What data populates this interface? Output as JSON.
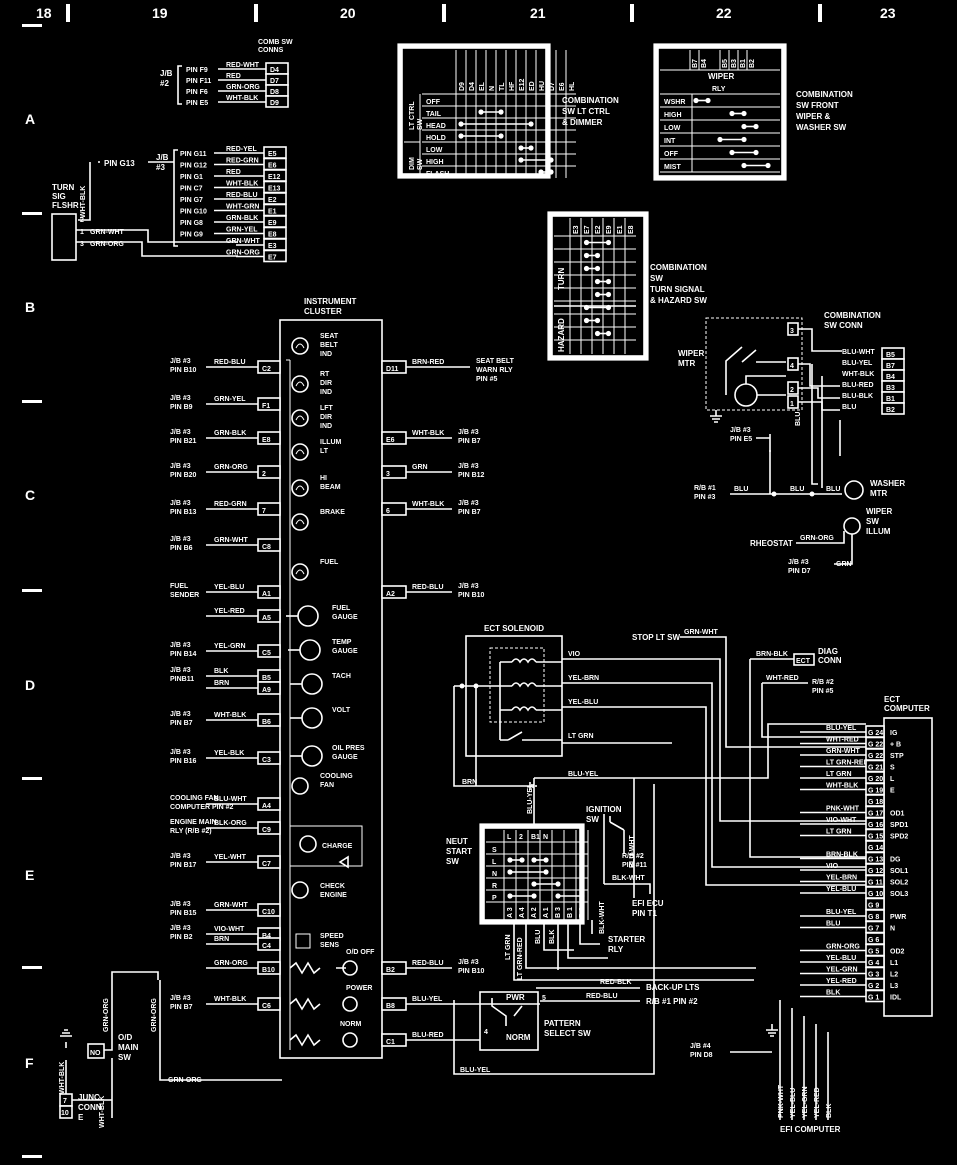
{
  "grid": {
    "columns": [
      "18",
      "19",
      "20",
      "21",
      "22",
      "23"
    ],
    "rows": [
      "A",
      "B",
      "C",
      "D",
      "E",
      "F"
    ]
  },
  "comb_sw_conns": {
    "title": "COMB SW\nCONNS",
    "jb": "J/B\n#2",
    "rows": [
      {
        "pin": "PIN F9",
        "wire": "RED-WHT",
        "term": "D4"
      },
      {
        "pin": "PIN F11",
        "wire": "RED",
        "term": "D7"
      },
      {
        "pin": "PIN F6",
        "wire": "GRN-ORG",
        "term": "D8"
      },
      {
        "pin": "PIN E5",
        "wire": "WHT-BLK",
        "term": "D9"
      }
    ]
  },
  "jb3_group": {
    "jb": "J/B\n#3",
    "pin_g13": "PIN G13",
    "rows": [
      {
        "pin": "PIN G11",
        "wire": "RED-YEL",
        "term": "E5"
      },
      {
        "pin": "PIN G12",
        "wire": "RED-GRN",
        "term": "E6"
      },
      {
        "pin": "PIN G1",
        "wire": "RED",
        "term": "E12"
      },
      {
        "pin": "PIN C7",
        "wire": "WHT-BLK",
        "term": "E13"
      },
      {
        "pin": "PIN G7",
        "wire": "RED-BLU",
        "term": "E2"
      },
      {
        "pin": "PIN G10",
        "wire": "WHT-GRN",
        "term": "E1"
      },
      {
        "pin": "PIN G8",
        "wire": "GRN-BLK",
        "term": "E9"
      },
      {
        "pin": "PIN G9",
        "wire": "GRN-YEL",
        "term": "E8"
      },
      {
        "pin": "",
        "wire": "GRN-WHT",
        "term": "E3"
      },
      {
        "pin": "",
        "wire": "GRN-ORG",
        "term": "E7"
      }
    ],
    "turn_sig": "TURN\nSIG\nFLSHR",
    "wht_blk": "WHT-BLK",
    "flshr_wires": [
      "GRN-WHT",
      "GRN-ORG"
    ]
  },
  "lt_ctrl_table": {
    "title": "COMBINATION\nSW LT CTRL\n& DIMMER",
    "group1": "LT CTRL\nSW",
    "group2": "DIM\nSW",
    "cols": [
      "D9",
      "D4",
      "EL",
      "N",
      "TL",
      "HF",
      "E12",
      "ED",
      "HU",
      "D7",
      "E6",
      "HL"
    ],
    "rows": [
      "OFF",
      "TAIL",
      "HEAD",
      "HOLD",
      "LOW",
      "HIGH",
      "FLASH"
    ]
  },
  "wiper_table": {
    "title": "COMBINATION\nSW FRONT\nWIPER &\nWASHER SW",
    "header": "WIPER",
    "subheader": "RLY",
    "cols": [
      "B7",
      "B4",
      "B5",
      "B3",
      "B1",
      "B2"
    ],
    "rows": [
      "WSHR",
      "HIGH",
      "LOW",
      "INT",
      "OFF",
      "MIST"
    ]
  },
  "turn_table": {
    "title": "COMBINATION\nSW\nTURN SIGNAL\n& HAZARD SW",
    "group1": "TURN",
    "group2": "HAZARD",
    "cols": [
      "E3",
      "E7",
      "E2",
      "E9",
      "E1",
      "E8"
    ]
  },
  "wiper_motor": {
    "conn_title": "COMBINATION\nSW CONN",
    "label": "WIPER\nMTR",
    "rows": [
      {
        "wire": "BLU-WHT",
        "term": "B5"
      },
      {
        "wire": "BLU-YEL",
        "term": "B7"
      },
      {
        "wire": "WHT-BLK",
        "term": "B4"
      },
      {
        "wire": "BLU-RED",
        "term": "B3"
      },
      {
        "wire": "BLU-BLK",
        "term": "B1"
      },
      {
        "wire": "BLU",
        "term": "B2"
      }
    ],
    "mtr_pins": [
      "3",
      "4",
      "2",
      "1"
    ],
    "jb_e5": "J/B #3\nPIN E5",
    "rb1": "R/B #1\nPIN #3",
    "blu": "BLU",
    "washer": "WASHER\nMTR",
    "wiper_illum": "WIPER\nSW\nILLUM",
    "rheostat": "RHEOSTAT",
    "grn_org": "GRN-ORG",
    "jb_d7": "J/B #3\nPIN D7",
    "grn": "GRN"
  },
  "cluster": {
    "title": "INSTRUMENT\nCLUSTER",
    "left": [
      {
        "jb": "J/B #3\nPIN B10",
        "wire": "RED-BLU",
        "term": "C2"
      },
      {
        "jb": "J/B #3\nPIN B9",
        "wire": "GRN-YEL",
        "term": "F1"
      },
      {
        "jb": "J/B #3\nPIN B21",
        "wire": "GRN-BLK",
        "term": "E8"
      },
      {
        "jb": "J/B #3\nPIN B20",
        "wire": "GRN-ORG",
        "term": "2"
      },
      {
        "jb": "J/B #3\nPIN B13",
        "wire": "RED-GRN",
        "term": "7"
      },
      {
        "jb": "J/B #3\nPIN B6",
        "wire": "GRN-WHT",
        "term": "C8"
      },
      {
        "jb": "FUEL\nSENDER",
        "wire": "YEL-BLU",
        "term": "A1"
      },
      {
        "jb": "",
        "wire": "YEL-RED",
        "term": "A5"
      },
      {
        "jb": "J/B #3\nPIN B14",
        "wire": "YEL-GRN",
        "term": "C5"
      },
      {
        "jb": "J/B #3\nPINB11",
        "wire": "BLK",
        "term": "B5"
      },
      {
        "jb": "",
        "wire": "BRN",
        "term": "A9"
      },
      {
        "jb": "J/B #3\nPIN B7",
        "wire": "WHT-BLK",
        "term": "B6"
      },
      {
        "jb": "J/B #3\nPIN B16",
        "wire": "YEL-BLK",
        "term": "C3"
      },
      {
        "jb": "COOLING FAN\nCOMPUTER PIN #2",
        "wire": "BLU-WHT",
        "term": "A4"
      },
      {
        "jb": "ENGINE MAIN\nRLY (R/B #2)",
        "wire": "BLK-ORG",
        "term": "C9"
      },
      {
        "jb": "J/B #3\nPIN B17",
        "wire": "YEL-WHT",
        "term": "C7"
      },
      {
        "jb": "J/B #3\nPIN B15",
        "wire": "GRN-WHT",
        "term": "C10"
      },
      {
        "jb": "J/B #3\nPIN B2",
        "wire": "VIO-WHT",
        "term": "B4"
      },
      {
        "jb": "",
        "wire": "BRN",
        "term": "C4"
      },
      {
        "jb": "",
        "wire": "GRN-ORG",
        "term": "B10"
      },
      {
        "jb": "J/B #3\nPIN B7",
        "wire": "WHT-BLK",
        "term": "C6"
      }
    ],
    "right": [
      {
        "term": "D11",
        "wire": "BRN-RED",
        "dest": "SEAT BELT\nWARN RLY\nPIN #5"
      },
      {
        "term": "E6",
        "wire": "WHT-BLK",
        "dest": "J/B #3\nPIN B7"
      },
      {
        "term": "3",
        "wire": "GRN",
        "dest": "J/B #3\nPIN B12"
      },
      {
        "term": "6",
        "wire": "WHT-BLK",
        "dest": "J/B #3\nPIN B7"
      },
      {
        "term": "A2",
        "wire": "RED-BLU",
        "dest": "J/B #3\nPIN B10"
      },
      {
        "term": "B2",
        "wire": "RED-BLU",
        "dest": "J/B #3\nPIN B10"
      },
      {
        "term": "B8",
        "wire": "BLU-YEL",
        "dest": ""
      },
      {
        "term": "C1",
        "wire": "BLU-RED",
        "dest": ""
      }
    ],
    "components": [
      "SEAT\nBELT\nIND",
      "RT\nDIR\nIND",
      "LFT\nDIR\nIND",
      "ILLUM\nLT",
      "HI\nBEAM",
      "BRAKE",
      "FUEL",
      "FUEL\nGAUGE",
      "TEMP\nGAUGE",
      "TACH",
      "VOLT",
      "OIL PRES\nGAUGE",
      "COOLING\nFAN",
      "CHARGE",
      "CHECK\nENGINE",
      "SPEED\nSENS",
      "O/D OFF",
      "POWER",
      "NORM"
    ]
  },
  "ect": {
    "solenoid": "ECT SOLENOID",
    "stop_lt": "STOP LT SW",
    "grn_wht": "GRN-WHT",
    "diag": "DIAG\nCONN",
    "ect_label": "ECT",
    "brn_blk": "BRN-BLK",
    "wht_red": "WHT-RED",
    "rb2_pin5": "R/B #2\nPIN #5",
    "sol_wires": [
      "VIO",
      "YEL-BRN",
      "YEL-BLU",
      "LT GRN"
    ],
    "brn": "BRN",
    "blu_yel": "BLU-YEL",
    "computer_title": "ECT\nCOMPUTER",
    "computer_rows": [
      {
        "wire": "BLU-YEL",
        "pin": "G 24",
        "fn": "IG"
      },
      {
        "wire": "WHT-RED",
        "pin": "G 22",
        "fn": "+ B"
      },
      {
        "wire": "GRN-WHT",
        "pin": "G 22",
        "fn": "STP"
      },
      {
        "wire": "LT GRN-RED",
        "pin": "G 21",
        "fn": "S"
      },
      {
        "wire": "LT GRN",
        "pin": "G 20",
        "fn": "L"
      },
      {
        "wire": "WHT-BLK",
        "pin": "G 19",
        "fn": "E"
      },
      {
        "wire": "",
        "pin": "G 18",
        "fn": ""
      },
      {
        "wire": "PNK-WHT",
        "pin": "G 17",
        "fn": "OD1"
      },
      {
        "wire": "VIO-WHT",
        "pin": "G 16",
        "fn": "SPD1"
      },
      {
        "wire": "LT GRN",
        "pin": "G 15",
        "fn": "SPD2"
      },
      {
        "wire": "",
        "pin": "G 14",
        "fn": ""
      },
      {
        "wire": "BRN-BLK",
        "pin": "G 13",
        "fn": "DG"
      },
      {
        "wire": "VIO",
        "pin": "G 12",
        "fn": "SOL1"
      },
      {
        "wire": "YEL-BRN",
        "pin": "G 11",
        "fn": "SOL2"
      },
      {
        "wire": "YEL-BLU",
        "pin": "G 10",
        "fn": "SOL3"
      },
      {
        "wire": "",
        "pin": "G 9",
        "fn": ""
      },
      {
        "wire": "BLU-YEL",
        "pin": "G 8",
        "fn": "PWR"
      },
      {
        "wire": "BLU",
        "pin": "G 7",
        "fn": "N"
      },
      {
        "wire": "",
        "pin": "G 6",
        "fn": ""
      },
      {
        "wire": "GRN-ORG",
        "pin": "G 5",
        "fn": "OD2"
      },
      {
        "wire": "YEL-BLU",
        "pin": "G 4",
        "fn": "L1"
      },
      {
        "wire": "YEL-GRN",
        "pin": "G 3",
        "fn": "L2"
      },
      {
        "wire": "YEL-RED",
        "pin": "G 2",
        "fn": "L3"
      },
      {
        "wire": "BLK",
        "pin": "G 1",
        "fn": "IDL"
      }
    ],
    "ignition": "IGNITION\nSW",
    "blu_wht": "BLU-WHT",
    "rb2_pin11": "R/B #2\nPIN #11",
    "blk_wht": "BLK-WHT",
    "efi_ecu": "EFI ECU\nPIN T1",
    "starter": "STARTER\nRLY",
    "neut": "NEUT\nSTART\nSW",
    "neut_cols": [
      "L",
      "2",
      "B1",
      "N"
    ],
    "neut_rows": [
      "S",
      "L",
      "N",
      "R",
      "P"
    ],
    "neut_bottom": [
      "A 3",
      "A 4",
      "A 2",
      "A 1",
      "B 3",
      "B 1",
      "B 2"
    ],
    "neut_wires": [
      "LT GRN",
      "LT GRN-RED",
      "BLU",
      "BLK",
      "BLK-WHT"
    ],
    "red_blk": "RED-BLK",
    "backup": "BACK-UP LTS",
    "red_blu": "RED-BLU",
    "rb1_pin2": "R/B #1 PIN #2",
    "pwr": "PWR",
    "norm": "NORM",
    "pattern": "PATTERN\nSELECT SW",
    "pat_pins": [
      "5",
      "4"
    ],
    "blu_yel_b": "BLU-YEL",
    "jb4": "J/B #4\nPIN D8",
    "efi_computer": "EFI COMPUTER",
    "efi_wires": [
      "PNK-WHT",
      "YEL-BLU",
      "YEL-GRN",
      "YEL-RED",
      "BLK"
    ]
  },
  "od_main": {
    "label": "O/D\nMAIN\nSW",
    "no": "NO",
    "junc": "JUNC\nCONN\nE",
    "pins": [
      "7",
      "10"
    ],
    "wires": [
      "WHT-BLK",
      "GRN-ORG",
      "WHT-BLK",
      "GRN-ORG"
    ]
  }
}
